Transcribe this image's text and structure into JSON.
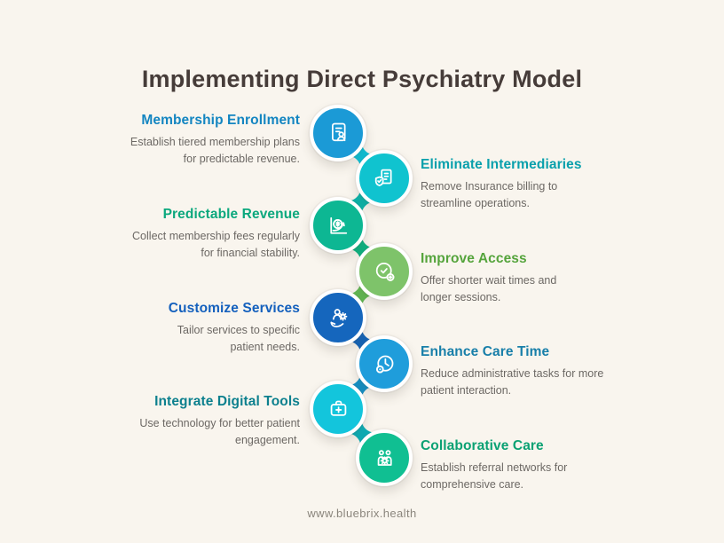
{
  "title": "Implementing Direct Psychiatry Model",
  "footer": "www.bluebrix.health",
  "background_color": "#f9f5ee",
  "title_color": "#463c39",
  "steps": [
    {
      "heading": "Membership Enrollment",
      "description": "Establish tiered membership plans\nfor predictable revenue.",
      "heading_color": "#1385c1",
      "circle_color": "#1b9ad6",
      "icon": "membership-document-icon"
    },
    {
      "heading": "Eliminate Intermediaries",
      "description": "Remove Insurance billing to\nstreamline operations.",
      "heading_color": "#09a0ac",
      "circle_color": "#10c3cf",
      "icon": "insurance-billing-shield-icon"
    },
    {
      "heading": "Predictable Revenue",
      "description": "Collect membership fees regularly\nfor financial stability.",
      "heading_color": "#0ba87d",
      "circle_color": "#0db793",
      "icon": "revenue-growth-chart-icon"
    },
    {
      "heading": "Improve Access",
      "description": "Offer shorter wait times and\nlonger sessions.",
      "heading_color": "#55a43c",
      "circle_color": "#7ec36a",
      "icon": "clock-plus-icon"
    },
    {
      "heading": "Customize Services",
      "description": "Tailor services to specific\npatient needs.",
      "heading_color": "#1460bd",
      "circle_color": "#1566bd",
      "icon": "hand-person-gear-icon"
    },
    {
      "heading": "Enhance Care Time",
      "description": "Reduce administrative tasks for more\npatient interaction.",
      "heading_color": "#187fa9",
      "circle_color": "#1f9ddb",
      "icon": "stopwatch-icon"
    },
    {
      "heading": "Integrate Digital Tools",
      "description": "Use technology for better patient\nengagement.",
      "heading_color": "#0d808e",
      "circle_color": "#13c5dc",
      "icon": "medical-kit-icon"
    },
    {
      "heading": "Collaborative Care",
      "description": "Establish referral networks for\ncomprehensive care.",
      "heading_color": "#0aa173",
      "circle_color": "#10bf92",
      "icon": "team-gear-icon"
    }
  ],
  "connectors": [
    "#0ec2d8",
    "#0cb5ab",
    "#0db583",
    "#63bb54",
    "#1465ba",
    "#1492c8",
    "#0cafb8"
  ]
}
